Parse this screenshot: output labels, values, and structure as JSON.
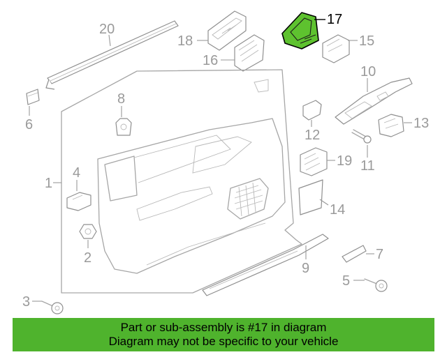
{
  "callouts": {
    "p1": "1",
    "p2": "2",
    "p3": "3",
    "p4": "4",
    "p5": "5",
    "p6": "6",
    "p7": "7",
    "p8": "8",
    "p9": "9",
    "p10": "10",
    "p11": "11",
    "p12": "12",
    "p13": "13",
    "p14": "14",
    "p15": "15",
    "p16": "16",
    "p17": "17",
    "p18": "18",
    "p19": "19",
    "p20": "20"
  },
  "highlighted_part": "17",
  "banner": {
    "line1": "Part or sub-assembly is #17 in diagram",
    "line2": "Diagram may not be specific to your vehicle"
  },
  "colors": {
    "highlight_green": "#5ec22f",
    "banner_green": "#4fb32d",
    "line_gray": "#a6a6a6"
  }
}
